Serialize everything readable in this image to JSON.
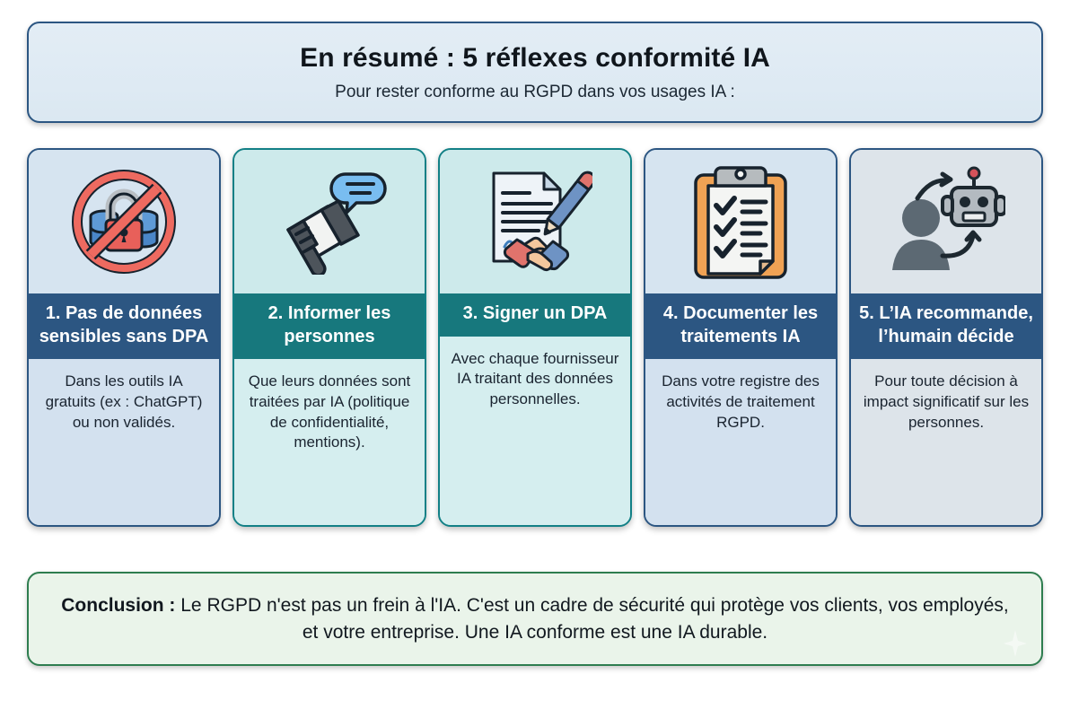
{
  "header": {
    "title": "En résumé : 5 réflexes conformité IA",
    "subtitle": "Pour rester conforme au RGPD dans vos usages IA :"
  },
  "cards": [
    {
      "icon": "no-sensitive-data-lock-icon",
      "title": "1. Pas de données sensibles sans DPA",
      "body": "Dans les outils IA gratuits (ex : ChatGPT) ou non validés.",
      "band_color": "#2c5682",
      "accent": "#2c5682"
    },
    {
      "icon": "megaphone-announcement-icon",
      "title": "2. Informer les personnes",
      "body": "Que leurs données sont traitées par IA (politique de confidentialité, mentions).",
      "band_color": "#17787d",
      "accent": "#128086"
    },
    {
      "icon": "contract-signature-handshake-icon",
      "title": "3. Signer un DPA",
      "body": "Avec chaque fournisseur IA traitant des données personnelles.",
      "band_color": "#17787d",
      "accent": "#128086"
    },
    {
      "icon": "clipboard-checklist-icon",
      "title": "4. Documenter les traitements IA",
      "body": "Dans votre registre des activités de traitement RGPD.",
      "band_color": "#2c5682",
      "accent": "#2c5682"
    },
    {
      "icon": "human-robot-loop-icon",
      "title": "5. L’IA recommande, l’humain décide",
      "body": "Pour toute décision à impact significatif sur les personnes.",
      "band_color": "#2c5682",
      "accent": "#2c5682"
    }
  ],
  "conclusion": {
    "label": "Conclusion :",
    "text": " Le RGPD n'est pas un frein à l'IA. C'est un cadre de sécurité qui protège vos clients, vos employés, et votre entreprise. Une IA conforme est une IA durable.",
    "border_color": "#2e7d4f",
    "background_color": "#eaf4ea"
  }
}
